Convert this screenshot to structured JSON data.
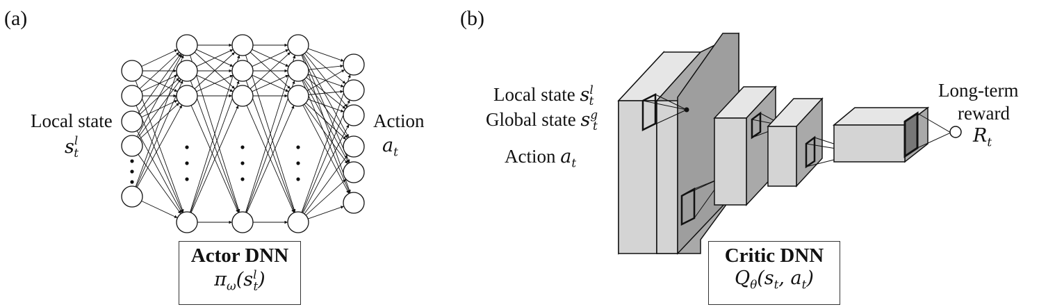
{
  "panel_a": {
    "label": "(a)",
    "input_label": "Local state",
    "input_symbol": "s",
    "input_sup": "l",
    "input_sub": "t",
    "output_label": "Action",
    "output_symbol": "a",
    "output_sub": "t",
    "caption_title": "Actor DNN",
    "caption_formula_prefix": "π",
    "caption_formula_sub": "ω",
    "caption_formula_open": "(s",
    "caption_formula_sup": "l",
    "caption_formula_inner_sub": "t",
    "caption_formula_close": ")"
  },
  "panel_b": {
    "label": "(b)",
    "local_state_label": "Local state",
    "local_symbol": "s",
    "local_sup": "l",
    "local_sub": "t",
    "global_state_label": "Global state",
    "global_symbol": "s",
    "global_sup": "g",
    "global_sub": "t",
    "action_label": "Action",
    "action_symbol": "a",
    "action_sub": "t",
    "reward_line1": "Long-term",
    "reward_line2": "reward",
    "reward_symbol": "R",
    "reward_sub": "t",
    "caption_title": "Critic DNN",
    "caption_formula_prefix": "Q",
    "caption_formula_sub": "θ",
    "caption_formula_open": "(s",
    "caption_formula_sub2": "t",
    "caption_formula_mid": ", a",
    "caption_formula_sub3": "t",
    "caption_formula_close": ")"
  },
  "colors": {
    "line": "#111111",
    "block_front": "#d4d4d4",
    "block_side": "#a9a9a9",
    "block_top": "#e6e6e6"
  }
}
